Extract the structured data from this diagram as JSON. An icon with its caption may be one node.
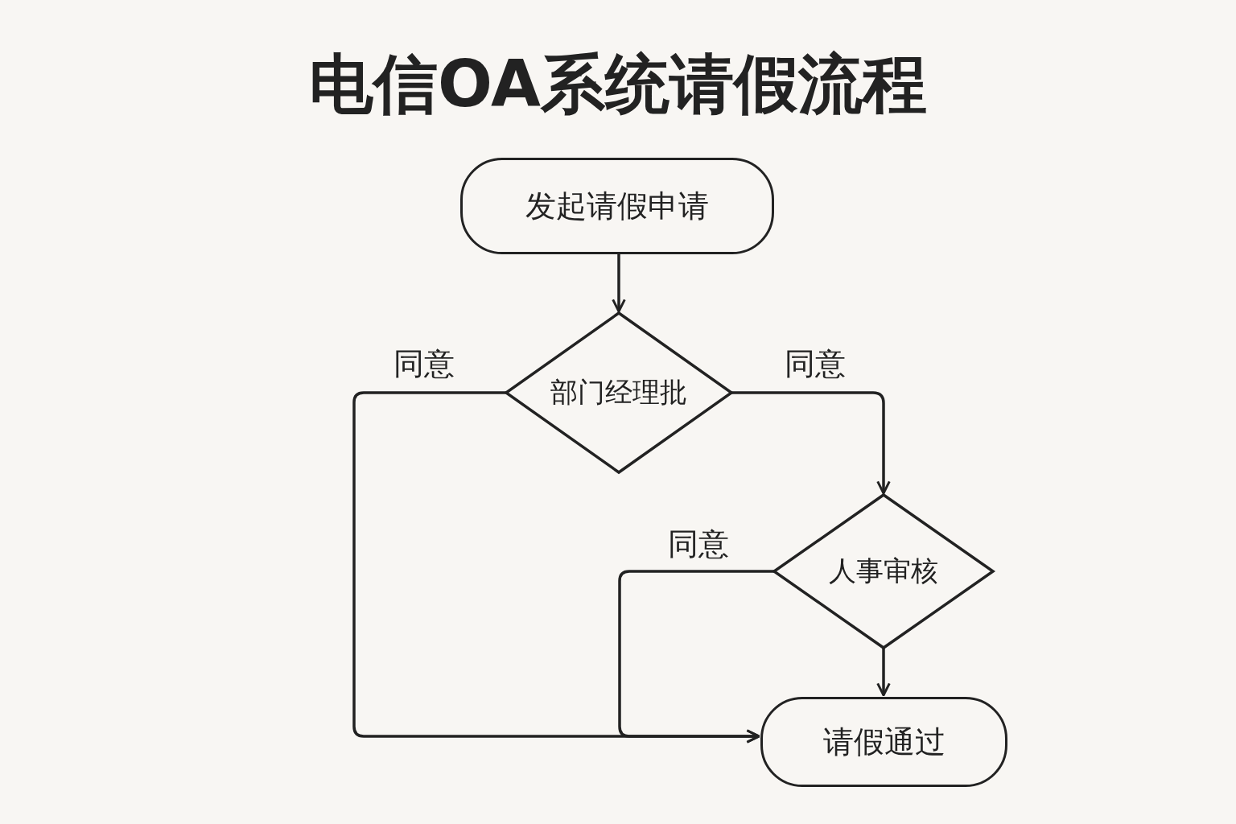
{
  "diagram": {
    "title": "电信OA系统请假流程",
    "nodes": [
      {
        "text": [
          "发起请假申请"
        ]
      },
      {
        "text": [
          "部门经理批"
        ]
      },
      {
        "text": [
          "人事审核"
        ]
      },
      {
        "text": [
          "请假通过"
        ]
      }
    ],
    "edges": [
      {
        "from": 0,
        "to": 1,
        "arrow": "to"
      },
      {
        "from": 1,
        "to": 2,
        "arrow": "to",
        "label": "同意"
      },
      {
        "from": 1,
        "to": 3,
        "arrow": "to",
        "label": "同意"
      },
      {
        "from": 2,
        "to": 3,
        "arrow": "to"
      },
      {
        "from": 2,
        "to": 3,
        "arrow": "to",
        "label": "同意"
      }
    ]
  }
}
